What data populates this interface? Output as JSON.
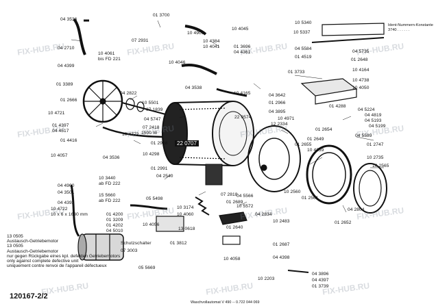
{
  "watermark": "FIX-HUB.RU",
  "doc_number": "120167-2/2",
  "model_caption": "Waschvollautomat V 490 -- 0.722 044 069",
  "ident_header": {
    "line1": "Ident-Nummern-Konstante",
    "line2": "3740 . . . . . ."
  },
  "drum_stamp": "22 0707",
  "replacement_note": [
    "13 0505",
    "Austausch-Getriebemotor",
    "13 0505",
    "Austausch-Getriebemotor",
    "nur gegen Rückgabe eines kpl. defekten Getriebemotors",
    "only against complete defective unit",
    "uniquement contre renvoi de l'appareil défectueux"
  ],
  "labels": [
    "04 3536",
    "04 2710",
    "04 4399",
    "10 4061",
    "bis FD 221",
    "01 3700",
    "07 2931",
    "10 4909",
    "10 4045",
    "10 4384",
    "10 4041",
    "01 3696",
    "04 4361",
    "10 4046",
    "04 3538",
    "10 4165",
    "04 3642",
    "01 2966",
    "04 3895",
    "10 4971",
    "12 2334",
    "10 5340",
    "10 5337",
    "04 5584",
    "04 5735",
    "01 4519",
    "01 2648",
    "10 4164",
    "01 3733",
    "10 4738",
    "10 4050",
    "01 4288",
    "04 5224",
    "04 4819",
    "04 5193",
    "04 5199",
    "04 5589",
    "01 3389",
    "01 2666",
    "04 2822",
    "10 5501",
    "10 4721",
    "07 1839",
    "04 5747",
    "22 0574",
    "07 2418",
    "1500 W",
    "10 4772",
    "01 4397",
    "04 4517",
    "01 4416",
    "01 2968",
    "10 4298",
    "10 4057",
    "04 3536",
    "01 2991",
    "04 2540",
    "10 3440",
    "ab FD 222",
    "04 4900",
    "04 3501",
    "15 5660",
    "ab FD 222",
    "05 5498",
    "04 4392",
    "10 4722",
    "10 x 6 x 1630 mm",
    "01 4200",
    "01 3209",
    "01 4202",
    "04 5010",
    "10 3174",
    "10 4060",
    "07 2818",
    "04 5566",
    "01 2689",
    "10 5572",
    "04 2834",
    "10 2483",
    "10 4056",
    "13 0618",
    "01 3812",
    "01 2640",
    "01 2687",
    "05 5669",
    "Schutzschalter",
    "07 3003",
    "10 4058",
    "04 4398",
    "10 2203",
    "04 3896",
    "04 4397",
    "01 3739",
    "01 2654",
    "01 2649",
    "01 2655",
    "10 4239",
    "10 2560",
    "01 2561",
    "04 2804",
    "01 2652",
    "01 2747",
    "10 2735",
    "10 2565"
  ]
}
